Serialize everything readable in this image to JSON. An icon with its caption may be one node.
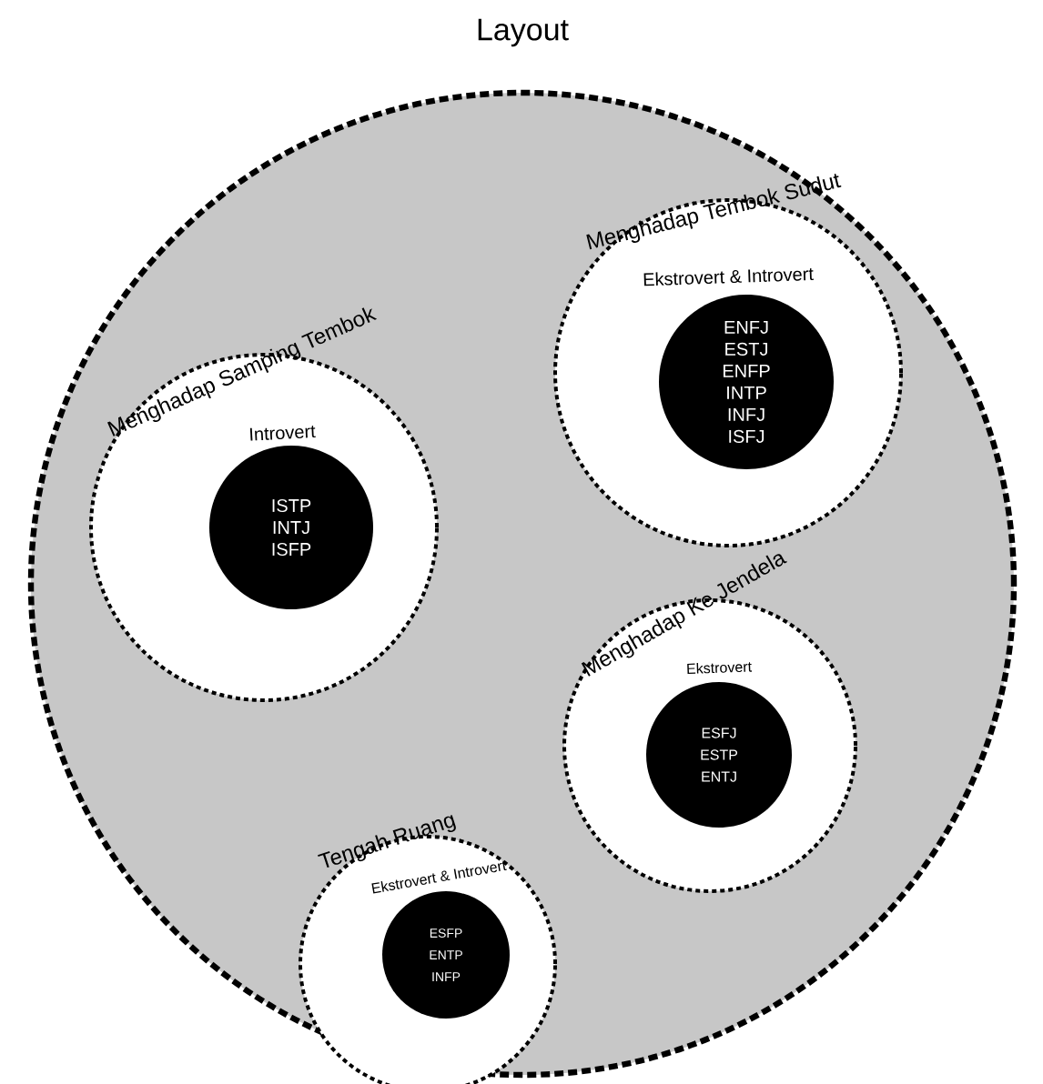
{
  "diagram": {
    "nodes": [
      {
        "text": [
          "Layout"
        ]
      },
      {
        "text": [
          "Menghadap Tembok Sudut"
        ],
        "in": 0
      },
      {
        "text": [
          "Ekstrovert & Introvert",
          "ENFJ ESTJ ENFP INTP INFJ ISFJ"
        ],
        "in": 1
      },
      {
        "text": [
          "Menghadap Samping Tembok"
        ],
        "in": 0
      },
      {
        "text": [
          "Introvert",
          "ISTP INTJ ISFP"
        ],
        "in": 3
      },
      {
        "text": [
          "Menghadap Ke Jendela"
        ],
        "in": 0
      },
      {
        "text": [
          "Ekstrovert",
          "ESFJ ESTP ENTJ"
        ],
        "in": 5
      },
      {
        "text": [
          "Tengah Ruang"
        ],
        "in": 0
      },
      {
        "text": [
          "Ekstrovert & Introvert",
          "ESFP ENTP INFP"
        ],
        "in": 7
      }
    ]
  }
}
